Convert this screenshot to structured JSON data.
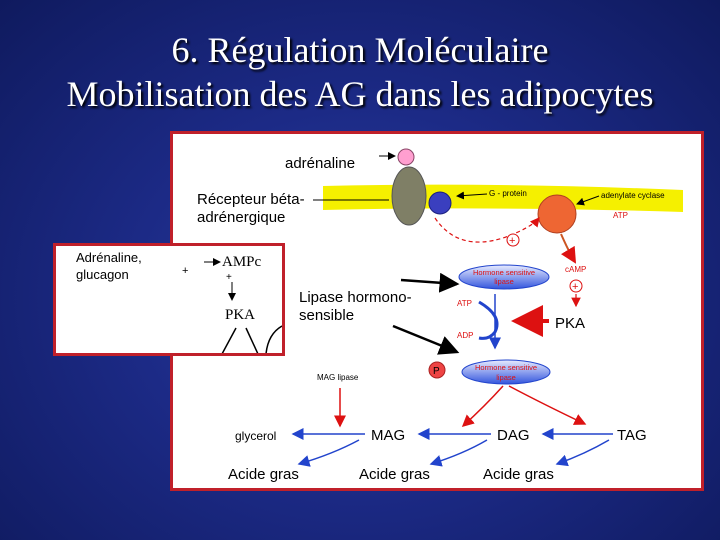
{
  "slide": {
    "title_line1": "6. Régulation Moléculaire",
    "title_line2": "Mobilisation des AG dans les adipocytes"
  },
  "diagram": {
    "adrenaline": "adrénaline",
    "receptor_line1": "Récepteur béta-",
    "receptor_line2": "adrénergique",
    "g_protein": "G - protein",
    "adenylate_cyclase": "adenylate cyclase",
    "atp_top": "ATP",
    "camp": "cAMP",
    "plus": "+",
    "hsl_line1": "Hormone sensitive",
    "hsl_line2": "lipase",
    "lipase_label_line1": "Lipase hormono-",
    "lipase_label_line2": "sensible",
    "atp": "ATP",
    "adp": "ADP",
    "pka": "PKA",
    "p": "P",
    "mag_lipase": "MAG lipase",
    "glycerol": "glycerol",
    "mag": "MAG",
    "dag": "DAG",
    "tag": "TAG",
    "fatty_acid": "Acide gras"
  },
  "inset": {
    "stimulus_line1": "Adrénaline,",
    "stimulus_line2": "glucagon",
    "plus": "+",
    "ampc": "AMPc",
    "pka": "PKA"
  },
  "colors": {
    "membrane": "#f5f000",
    "receptor": "#7f7f66",
    "g_protein": "#3a3fbf",
    "cyclase": "#ee6633",
    "red": "#dd1111",
    "blue": "#2244cc",
    "frame": "#c0202a"
  }
}
